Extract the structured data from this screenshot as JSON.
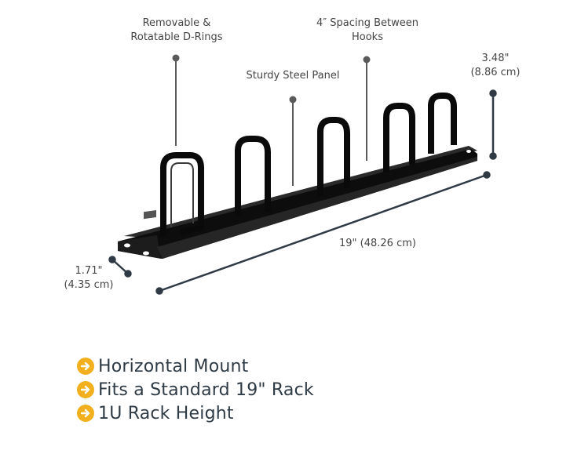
{
  "labels": {
    "d_rings": [
      "Removable &",
      "Rotatable D-Rings"
    ],
    "spacing": [
      "4″ Spacing Between",
      "Hooks"
    ],
    "panel": "Sturdy Steel Panel",
    "height": [
      "3.48\"",
      "(8.86 cm)"
    ],
    "depth": [
      "1.71\"",
      "(4.35 cm)"
    ],
    "width": "19\" (48.26 cm)"
  },
  "features": [
    {
      "text": "Horizontal Mount",
      "icon": "arrow-right-circle-icon"
    },
    {
      "text": "Fits a Standard 19\" Rack",
      "icon": "arrow-right-circle-icon"
    },
    {
      "text": "1U Rack Height",
      "icon": "arrow-right-circle-icon"
    }
  ],
  "colors": {
    "accent": "#f2b01e",
    "text": "#2e3a44",
    "label": "#444444",
    "product": "#0d0d0d",
    "leader": "#555555"
  }
}
